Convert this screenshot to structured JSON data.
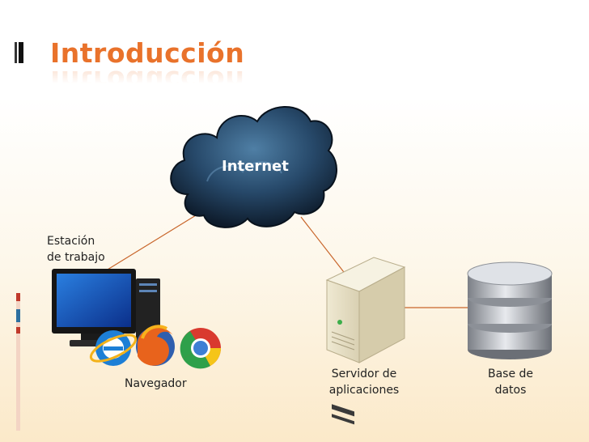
{
  "slide": {
    "title": "Introducción",
    "nodes": {
      "internet": "Internet",
      "workstation_line1": "Estación",
      "workstation_line2": "de trabajo",
      "browser": "Navegador",
      "server_line1": "Servidor de",
      "server_line2": "aplicaciones",
      "database_line1": "Base de",
      "database_line2": "datos"
    },
    "colors": {
      "title": "#e9722b",
      "connector": "#c8652a",
      "accent_red": "#c0392b",
      "accent_blue": "#2d6f9f"
    },
    "icons": [
      "cloud-icon",
      "computer-icon",
      "ie-browser-icon",
      "firefox-browser-icon",
      "chrome-browser-icon",
      "server-icon",
      "database-icon"
    ]
  }
}
